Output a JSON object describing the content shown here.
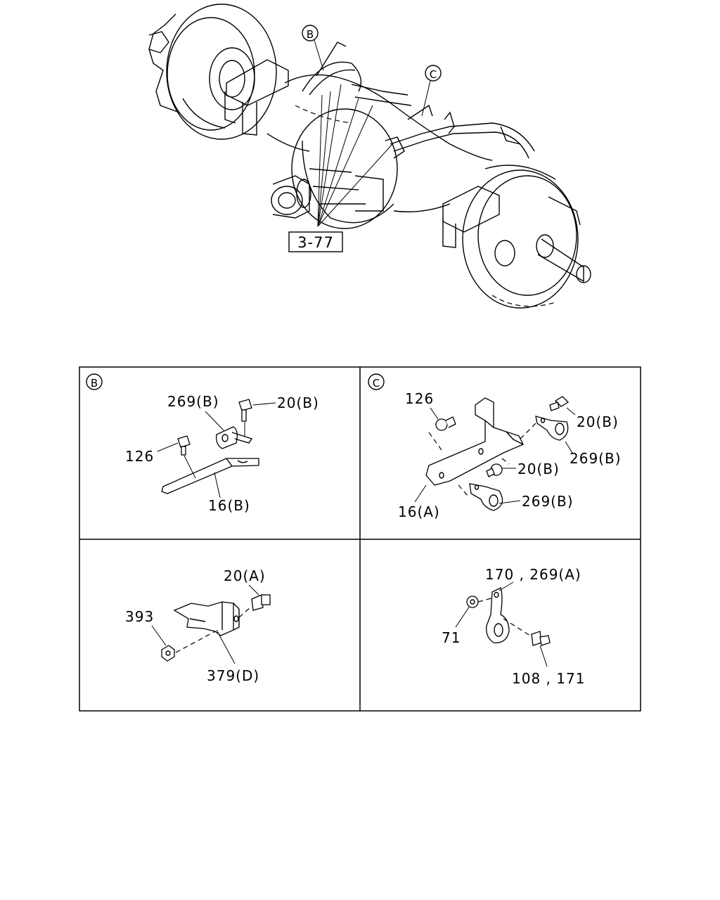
{
  "overview": {
    "callout_b": "B",
    "callout_c": "C",
    "ref_box": "3-77"
  },
  "panels": {
    "b": {
      "letter": "B",
      "labels": {
        "clip": "269(B)",
        "bolt": "20(B)",
        "screw": "126",
        "bracket": "16(B)"
      }
    },
    "c": {
      "letter": "C",
      "labels": {
        "screw": "126",
        "bolt_top": "20(B)",
        "clip_top": "269(B)",
        "bolt_mid": "20(B)",
        "clip_bottom": "269(B)",
        "bracket": "16(A)"
      }
    },
    "d": {
      "labels": {
        "bolt": "20(A)",
        "nut": "393",
        "bracket": "379(D)"
      }
    },
    "e": {
      "labels": {
        "clip": "170 , 269(A)",
        "washer": "71",
        "bolt": "108 , 171"
      }
    }
  }
}
